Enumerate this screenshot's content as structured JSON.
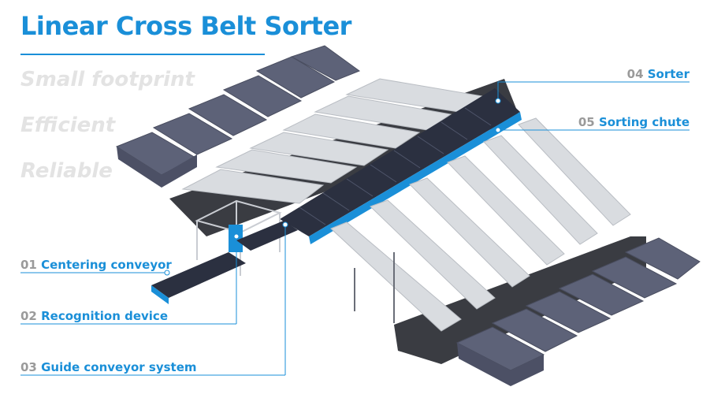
{
  "title": "Linear Cross Belt Sorter",
  "features": [
    "Small footprint",
    "Efficient",
    "Reliable"
  ],
  "callouts": [
    {
      "num": "01",
      "label": "Centering conveyor",
      "side": "left"
    },
    {
      "num": "02",
      "label": "Recognition device",
      "side": "left"
    },
    {
      "num": "03",
      "label": "Guide conveyor system",
      "side": "left"
    },
    {
      "num": "04",
      "label": "Sorter",
      "side": "right"
    },
    {
      "num": "05",
      "label": "Sorting chute",
      "side": "right"
    }
  ],
  "colors": {
    "accent": "#1a8fd8",
    "number_gray": "#9a9a9a",
    "feature_gray": "#e3e3e3",
    "bin": "#5d6278",
    "chute": "#d9dce0",
    "base": "#3a3c42",
    "belt": "#2b3040"
  }
}
